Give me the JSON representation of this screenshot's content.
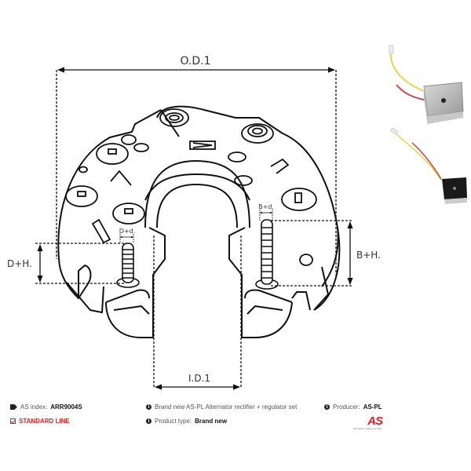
{
  "diagram": {
    "dimensions": {
      "outer_diameter": "O.D.1",
      "inner_diameter": "I.D.1",
      "d_height": "D+H.",
      "d_diameter": "D+d.",
      "b_height": "B+H.",
      "b_diameter": "B+d."
    },
    "product_photos": [
      "regulator-large",
      "regulator-small"
    ]
  },
  "info": {
    "as_index_label": "AS index:",
    "as_index_value": "ARR9004S",
    "line_label": "STANDARD LINE",
    "description": "Brand new AS-PL Alternator rectifier + regulator set",
    "product_type_label": "Product type:",
    "product_type_value": "Brand new",
    "producer_label": "Producer:",
    "producer_value": "AS-PL"
  },
  "logo": {
    "mark": "AS",
    "tagline": "Alternators, Starters & Parts"
  },
  "colors": {
    "accent_red": "#e31e24",
    "line": "#111111"
  }
}
